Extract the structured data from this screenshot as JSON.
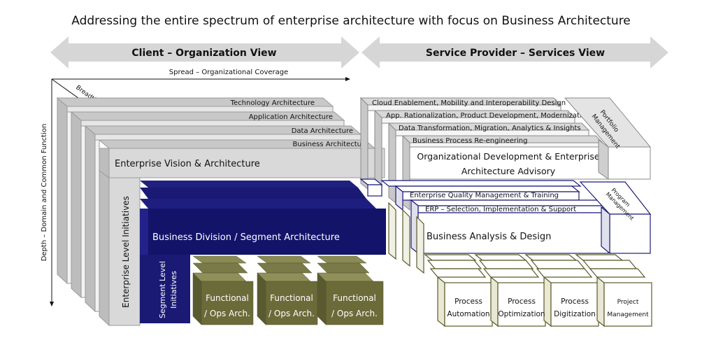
{
  "title": "Addressing the entire spectrum of enterprise architecture with focus on Business Architecture",
  "left_arrow_label": "Client – Organization View",
  "right_arrow_label": "Service Provider – Services View",
  "axes": {
    "spread": "Spread – Organizational Coverage",
    "breadth": "Breadth – Areas of Focus",
    "depth": "Depth – Domain and Common Function"
  },
  "left": {
    "layers": [
      "Technology Architecture",
      "Application Architecture",
      "Data Architecture",
      "Business Architecture"
    ],
    "vision": "Enterprise Vision & Architecture",
    "enterprise_initiatives": "Enterprise Level Initiatives",
    "business_division": "Business Division / Segment Architecture",
    "segment_initiatives": [
      "Segment Level",
      "Initiatives"
    ],
    "functional": [
      {
        "l1": "Functional",
        "l2": "/ Ops Arch."
      },
      {
        "l1": "Functional",
        "l2": "/ Ops Arch."
      },
      {
        "l1": "Functional",
        "l2": "/ Ops Arch."
      }
    ]
  },
  "right": {
    "strategy_layers": [
      "Cloud Enablement, Mobility and Interoperability Design",
      "App. Rationalization, Product Development, Modernization",
      "Data Transformation, Migration, Analytics & Insights",
      "Business Process Re-engineering"
    ],
    "org_dev": [
      "Organizational Development & Enterprise",
      "Architecture Advisory"
    ],
    "portfolio": [
      "Portfolio",
      "Management"
    ],
    "quality": "Enterprise Quality Management & Training",
    "erp": "ERP – Selection, Implementation & Support",
    "business_analysis": "Business Analysis & Design",
    "program": [
      "Program",
      "Management"
    ],
    "process_boxes": [
      {
        "l1": "Process",
        "l2": "Automation"
      },
      {
        "l1": "Process",
        "l2": "Optimization"
      },
      {
        "l1": "Process",
        "l2": "Digitization"
      },
      {
        "l1": "Project",
        "l2": "Management"
      }
    ]
  },
  "colors": {
    "navy": "#1a1a7a",
    "olive": "#6b6b3a",
    "grey": "#d9d9d9"
  }
}
